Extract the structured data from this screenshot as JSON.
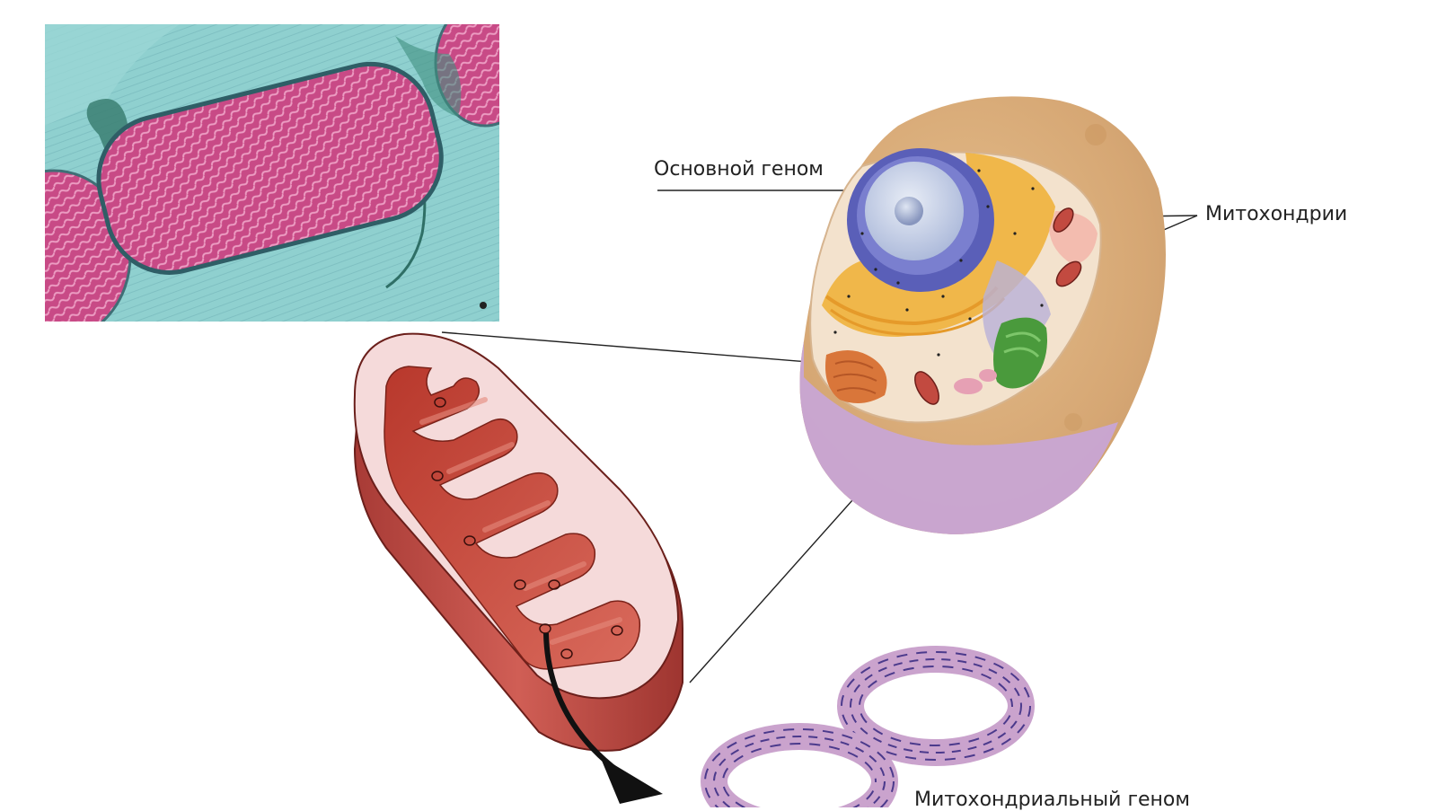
{
  "labels": {
    "main_genome": "Основной геном",
    "mitochondria": "Митохондрии",
    "mito_genome": "Митохондриальный геном"
  },
  "colors": {
    "micro_bg": "#8ecdcc",
    "micro_mito": "#c0457a",
    "cell_body": "#d9b07e",
    "cell_lower": "#c9a6d2",
    "cytoplasm": "#f4e3d0",
    "nucleus_env": "#5a5fb8",
    "nucleoplasm": "#c7d1e6",
    "er_yellow": "#f0b23c",
    "golgi_green": "#4a9a3c",
    "mito_outer": "#b94a44",
    "mito_inner": "#c44a3a",
    "mito_pale": "#f6dcdc",
    "dna_ring": "#c9a0c9",
    "dna_strand": "#4b3a8c",
    "leader_line": "#222222"
  },
  "icons": [
    "curved-arrow-icon"
  ]
}
